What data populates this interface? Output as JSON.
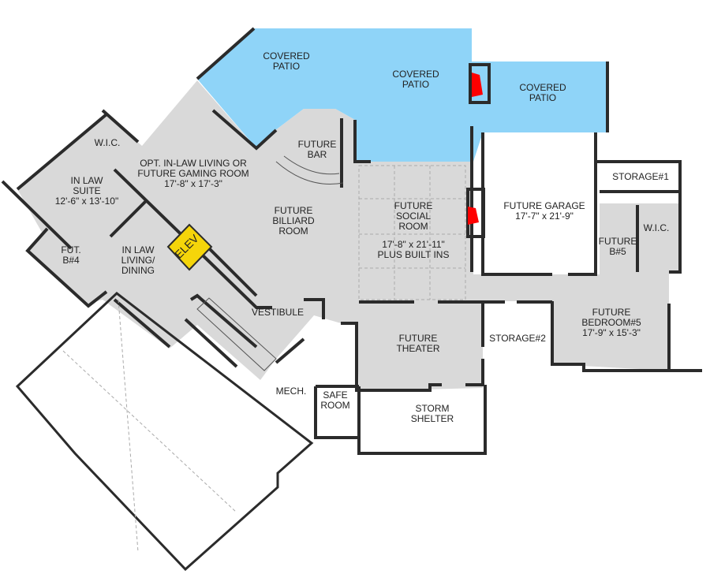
{
  "colors": {
    "room_fill": "#d9d9d9",
    "patio_fill": "#8fd4f8",
    "elevator_fill": "#f5d50a",
    "fireplace_fill": "#ff0000",
    "wall": "#2b2b2b"
  },
  "rooms": [
    {
      "id": "patio-1",
      "lines": [
        "COVERED",
        "PATIO"
      ]
    },
    {
      "id": "patio-2",
      "lines": [
        "COVERED",
        "PATIO"
      ]
    },
    {
      "id": "patio-3",
      "lines": [
        "COVERED",
        "PATIO"
      ]
    },
    {
      "id": "wic-1",
      "lines": [
        "W.I.C."
      ]
    },
    {
      "id": "gaming",
      "lines": [
        "OPT. IN-LAW LIVING OR",
        "FUTURE GAMING ROOM",
        "17'-8\" x 17'-3\""
      ]
    },
    {
      "id": "bar",
      "lines": [
        "FUTURE",
        "BAR"
      ]
    },
    {
      "id": "inlaw-suite",
      "lines": [
        "IN LAW",
        "SUITE",
        "12'-6\" x 13'-10\""
      ]
    },
    {
      "id": "billiard",
      "lines": [
        "FUTURE",
        "BILLIARD",
        "ROOM"
      ]
    },
    {
      "id": "social",
      "lines": [
        "FUTURE",
        "SOCIAL",
        "ROOM"
      ]
    },
    {
      "id": "social-dim",
      "lines": [
        "17'-8\" x 21'-11\"",
        "PLUS BUILT INS"
      ]
    },
    {
      "id": "garage",
      "lines": [
        "FUTURE  GARAGE",
        "17'-7\" x 21'-9\""
      ]
    },
    {
      "id": "storage-1",
      "lines": [
        "STORAGE#1"
      ]
    },
    {
      "id": "fut-b4",
      "lines": [
        "FUT.",
        "B#4"
      ]
    },
    {
      "id": "inlaw-living",
      "lines": [
        "IN LAW",
        "LIVING/",
        "DINING"
      ]
    },
    {
      "id": "future-b5",
      "lines": [
        "FUTURE",
        "B#5"
      ]
    },
    {
      "id": "wic-2",
      "lines": [
        "W.I.C."
      ]
    },
    {
      "id": "vestibule",
      "lines": [
        "VESTIBULE"
      ]
    },
    {
      "id": "theater",
      "lines": [
        "FUTURE",
        "THEATER"
      ]
    },
    {
      "id": "storage-2",
      "lines": [
        "STORAGE#2"
      ]
    },
    {
      "id": "bedroom-5",
      "lines": [
        "FUTURE",
        "BEDROOM#5",
        "17'-9\" x 15'-3\""
      ]
    },
    {
      "id": "mech",
      "lines": [
        "MECH."
      ]
    },
    {
      "id": "safe-room",
      "lines": [
        "SAFE",
        "ROOM"
      ]
    },
    {
      "id": "storm-shelter",
      "lines": [
        "STORM",
        "SHELTER"
      ]
    }
  ],
  "elevator": {
    "label": "ELEV"
  }
}
